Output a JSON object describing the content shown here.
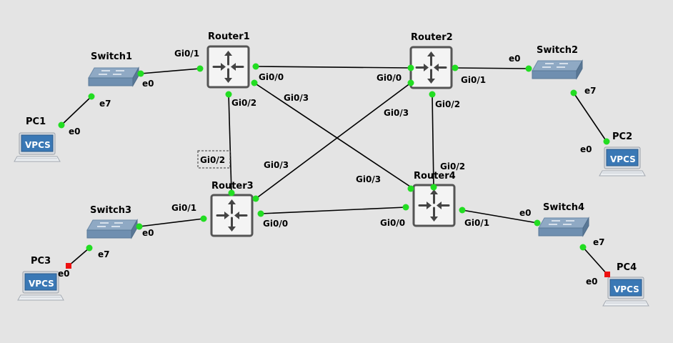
{
  "colors": {
    "background": "#e4e4e4",
    "port_up": "#22dd22",
    "port_down": "#ee1111",
    "router_fill": "#f4f4f4",
    "router_border": "#555555",
    "switch_top": "#8fa9c4",
    "switch_side": "#5f7e9e",
    "vpcs_screen": "#3a78b5"
  },
  "nodes": {
    "router1": {
      "label": "Router1",
      "icon": "router-icon"
    },
    "router2": {
      "label": "Router2",
      "icon": "router-icon"
    },
    "router3": {
      "label": "Router3",
      "icon": "router-icon"
    },
    "router4": {
      "label": "Router4",
      "icon": "router-icon"
    },
    "switch1": {
      "label": "Switch1",
      "icon": "switch-icon"
    },
    "switch2": {
      "label": "Switch2",
      "icon": "switch-icon"
    },
    "switch3": {
      "label": "Switch3",
      "icon": "switch-icon"
    },
    "switch4": {
      "label": "Switch4",
      "icon": "switch-icon"
    },
    "pc1": {
      "label": "PC1",
      "icon": "vpcs-icon",
      "screen_text": "VPCS"
    },
    "pc2": {
      "label": "PC2",
      "icon": "vpcs-icon",
      "screen_text": "VPCS"
    },
    "pc3": {
      "label": "PC3",
      "icon": "vpcs-icon",
      "screen_text": "VPCS"
    },
    "pc4": {
      "label": "PC4",
      "icon": "vpcs-icon",
      "screen_text": "VPCS"
    }
  },
  "ports": {
    "sw1_e0": "e0",
    "sw1_e7": "e7",
    "pc1_e0": "e0",
    "r1_gi01": "Gi0/1",
    "r1_gi00": "Gi0/0",
    "r1_gi02": "Gi0/2",
    "r1_gi03": "Gi0/3",
    "r2_gi00": "Gi0/0",
    "r2_gi01": "Gi0/1",
    "r2_gi02": "Gi0/2",
    "r2_gi03": "Gi0/3",
    "sw2_e0": "e0",
    "sw2_e7": "e7",
    "pc2_e0": "e0",
    "r3_gi02": "Gi0/2",
    "r3_gi03": "Gi0/3",
    "r3_gi01": "Gi0/1",
    "r3_gi00": "Gi0/0",
    "r4_gi02": "Gi0/2",
    "r4_gi03": "Gi0/3",
    "r4_gi00": "Gi0/0",
    "r4_gi01": "Gi0/1",
    "sw3_e0": "e0",
    "sw3_e7": "e7",
    "pc3_e0": "e0",
    "sw4_e0": "e0",
    "sw4_e7": "e7",
    "pc4_e0": "e0"
  },
  "links": [
    {
      "from": "switch1 e0",
      "to": "router1 Gi0/1",
      "status": "up"
    },
    {
      "from": "switch1 e7",
      "to": "pc1 e0",
      "status": "up"
    },
    {
      "from": "router1 Gi0/0",
      "to": "router2 Gi0/0",
      "status": "up"
    },
    {
      "from": "router1 Gi0/2",
      "to": "router3 Gi0/2",
      "status": "up"
    },
    {
      "from": "router1 Gi0/3",
      "to": "router4 Gi0/3",
      "status": "up"
    },
    {
      "from": "router2 Gi0/1",
      "to": "switch2 e0",
      "status": "up"
    },
    {
      "from": "router2 Gi0/3",
      "to": "router3 Gi0/3",
      "status": "up"
    },
    {
      "from": "router2 Gi0/2",
      "to": "router4 Gi0/2",
      "status": "up"
    },
    {
      "from": "switch2 e7",
      "to": "pc2 e0",
      "status": "up"
    },
    {
      "from": "switch3 e0",
      "to": "router3 Gi0/1",
      "status": "up"
    },
    {
      "from": "router3 Gi0/0",
      "to": "router4 Gi0/0",
      "status": "up"
    },
    {
      "from": "router4 Gi0/1",
      "to": "switch4 e0",
      "status": "up"
    },
    {
      "from": "switch3 e7",
      "to": "pc3 e0",
      "status": "down"
    },
    {
      "from": "switch4 e7",
      "to": "pc4 e0",
      "status": "down"
    }
  ]
}
